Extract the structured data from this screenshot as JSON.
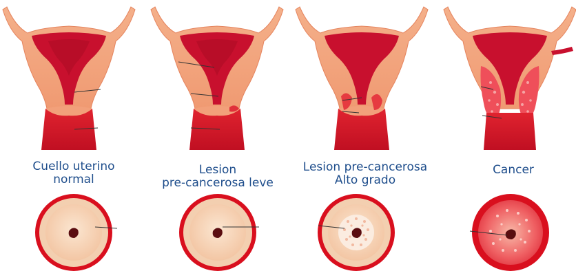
{
  "stages": [
    {
      "id": "normal",
      "label_lines": [
        "Cuello uterino",
        "normal"
      ]
    },
    {
      "id": "leve",
      "label_lines": [
        "Lesion",
        "pre-cancerosa leve"
      ]
    },
    {
      "id": "alto",
      "label_lines": [
        "Lesion pre-cancerosa",
        "Alto grado"
      ]
    },
    {
      "id": "cancer",
      "label_lines": [
        "Cancer"
      ]
    }
  ],
  "colors": {
    "tissue_outer": "#f2a07a",
    "tissue_light": "#f7c9a8",
    "cavity_red": "#c8102e",
    "cervix_red": "#d4152d",
    "ring_red": "#d90f1e",
    "cervix_face": "#f8d9bd",
    "os_dark": "#5a0d10",
    "label_blue": "#1f4e8c"
  }
}
